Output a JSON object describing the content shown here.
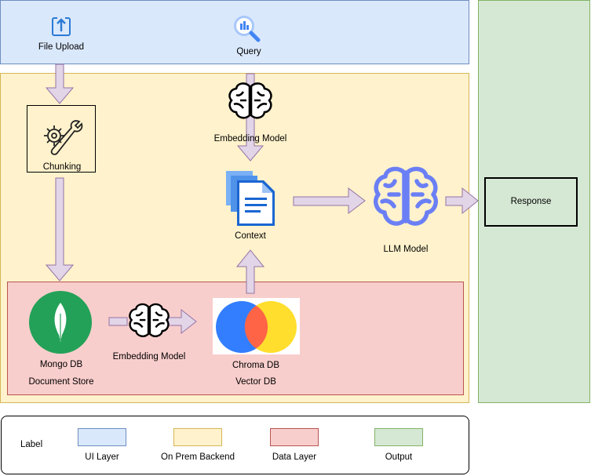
{
  "layers": {
    "ui": {
      "color": "#dae8fc"
    },
    "backend": {
      "color": "#fff2cc"
    },
    "data": {
      "color": "#f8cecc"
    },
    "output": {
      "color": "#d5e8d4"
    }
  },
  "nodes": {
    "file_upload": "File Upload",
    "query": "Query",
    "chunking": "Chunking",
    "embedding_top": "Embedding Model",
    "context": "Context",
    "llm": "LLM Model",
    "response": "Response",
    "mongo_line1": "Mongo DB",
    "mongo_line2": "Document Store",
    "embedding_bottom": "Embedding Model",
    "chroma_line1": "Chroma DB",
    "chroma_line2": "Vector DB"
  },
  "legend": {
    "title": "Label",
    "items": [
      {
        "label": "UI Layer",
        "color": "#dae8fc",
        "border": "#6c8ebf"
      },
      {
        "label": "On Prem Backend",
        "color": "#fff2cc",
        "border": "#d6b656"
      },
      {
        "label": "Data Layer",
        "color": "#f8cecc",
        "border": "#b85450"
      },
      {
        "label": "Output",
        "color": "#d5e8d4",
        "border": "#82b366"
      }
    ]
  },
  "colors": {
    "arrow_fill": "#e1d5e7",
    "arrow_stroke": "#9673a6",
    "brain_blue": "#6b7ff5",
    "mongo_green": "#23a158",
    "chroma_blue": "#327eff",
    "chroma_red": "#ff6446",
    "chroma_yellow": "#ffde2d"
  }
}
